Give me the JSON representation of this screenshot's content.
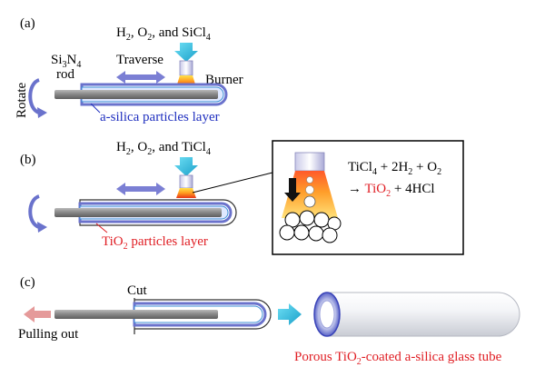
{
  "panel_a": {
    "label": "(a)",
    "gases": {
      "main": "H",
      "sub1": "2",
      "mid1": ", O",
      "sub2": "2",
      "mid2": ", and SiCl",
      "sub3": "4"
    },
    "traverse_label": "Traverse",
    "rod_label": {
      "line1_main": "Si",
      "line1_sub1": "3",
      "line1_mid": "N",
      "line1_sub2": "4",
      "line2": "rod"
    },
    "burner_label": "Burner",
    "rotate_label": "Rotate",
    "layer_label": "a-silica particles layer"
  },
  "panel_b": {
    "label": "(b)",
    "gases": {
      "main": "H",
      "sub1": "2",
      "mid1": ", O",
      "sub2": "2",
      "mid2": ", and TiCl",
      "sub3": "4"
    },
    "layer_label": {
      "main": "TiO",
      "sub": "2",
      "rest": " particles layer"
    },
    "reaction": {
      "l1_a": "TiCl",
      "l1_s1": "4",
      "l1_b": " + 2H",
      "l1_s2": "2",
      "l1_c": " + O",
      "l1_s3": "2",
      "l2_arrow": "→ ",
      "l2_tio": "TiO",
      "l2_s": "2",
      "l2_rest": " + 4HCl"
    }
  },
  "panel_c": {
    "label": "(c)",
    "cut_label": "Cut",
    "pull_label": "Pulling out",
    "product_label": {
      "a": "Porous TiO",
      "sub": "2",
      "b": "-coated a-silica glass tube"
    }
  },
  "colors": {
    "arrow_blue": "#7b7fd4",
    "gas_arrow": "#29b7d8",
    "silica_blue": "#1f2fbf",
    "tio2_red": "#e01e24",
    "pull_arrow": "#e59a9a",
    "rod_gray": "#8c8c8c"
  }
}
